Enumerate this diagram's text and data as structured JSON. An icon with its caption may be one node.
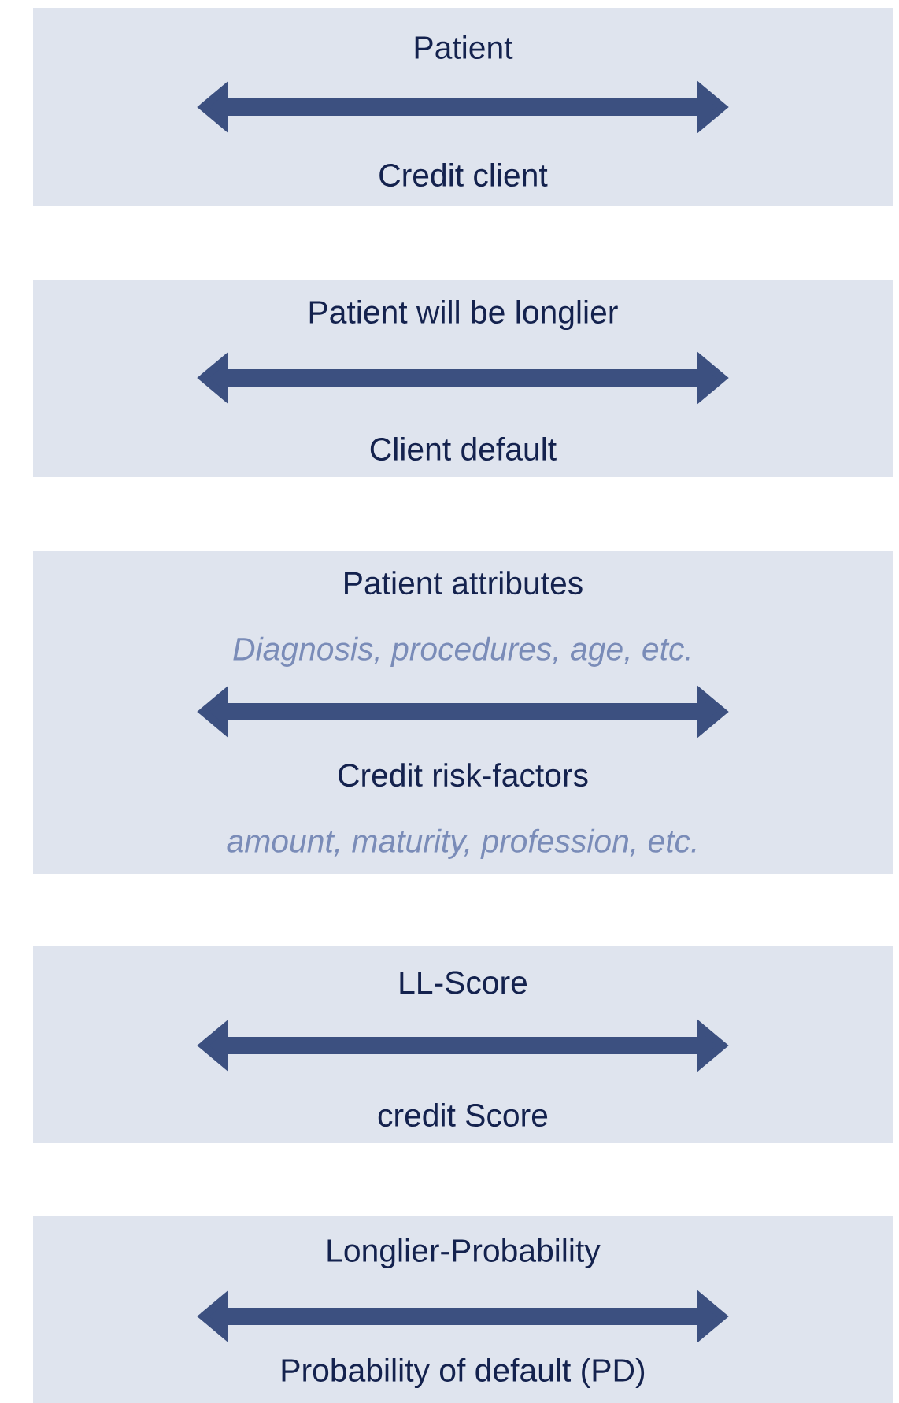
{
  "diagram": {
    "nodes": [
      {
        "text": [],
        "shape": "box"
      },
      {
        "text": [
          "Patient"
        ],
        "in": 0
      },
      {
        "text": [
          "Credit client"
        ],
        "in": 0
      },
      {
        "text": [],
        "shape": "box"
      },
      {
        "text": [
          "Patient will be longlier"
        ],
        "in": 3
      },
      {
        "text": [
          "Client default"
        ],
        "in": 3
      },
      {
        "text": [],
        "shape": "box"
      },
      {
        "text": [
          "Patient attributes",
          "Diagnosis, procedures, age, etc."
        ],
        "in": 6
      },
      {
        "text": [
          "Credit risk-factors",
          "amount, maturity, profession, etc."
        ],
        "in": 6
      },
      {
        "text": [],
        "shape": "box"
      },
      {
        "text": [
          "LL-Score"
        ],
        "in": 9
      },
      {
        "text": [
          "credit Score"
        ],
        "in": 9
      },
      {
        "text": [],
        "shape": "box"
      },
      {
        "text": [
          "Longlier-Probability"
        ],
        "in": 12
      },
      {
        "text": [
          "Probability of default (PD)"
        ],
        "in": 12
      }
    ]
  }
}
